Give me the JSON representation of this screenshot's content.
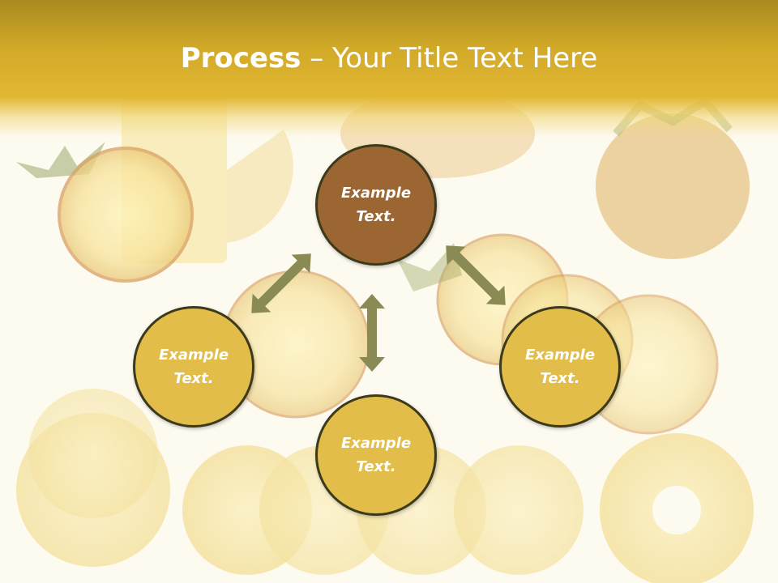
{
  "title": {
    "bold": "Process",
    "rest": " – Your Title Text Here"
  },
  "nodes": [
    {
      "line1": "Example",
      "line2": "Text."
    },
    {
      "line1": "Example",
      "line2": "Text."
    },
    {
      "line1": "Example",
      "line2": "Text."
    },
    {
      "line1": "Example",
      "line2": "Text."
    }
  ],
  "colors": {
    "header": "#d2aa28",
    "center_node": "#9c6633",
    "outer_node": "#e2bd4a",
    "arrow": "#8a8a54",
    "node_border": "#3d3a1c"
  },
  "background": "faded pineapple photo"
}
